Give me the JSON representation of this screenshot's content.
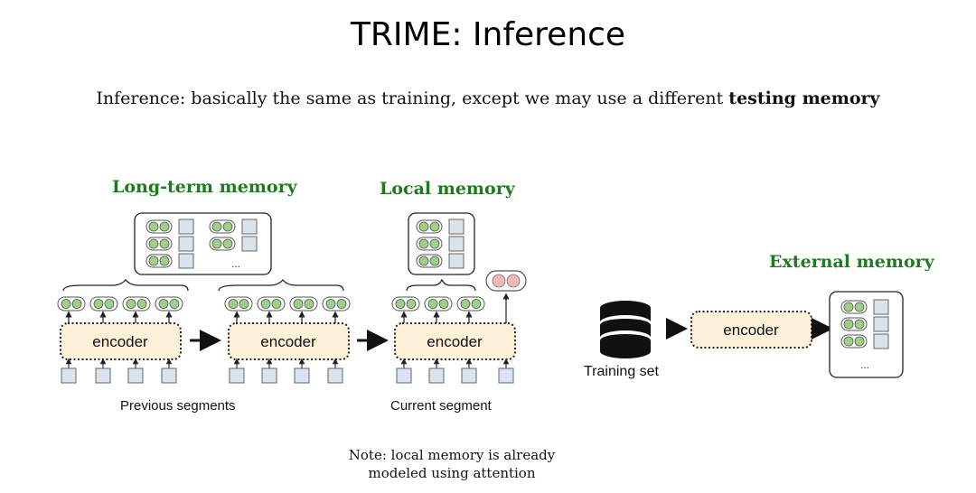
{
  "slide": {
    "title": "TRIME: Inference",
    "subtitle_text": "Inference: basically the same as training, except we may use a different ",
    "subtitle_bold": "testing memory"
  },
  "labels": {
    "long_term_memory": "Long-term memory",
    "local_memory": "Local memory",
    "external_memory": "External memory"
  },
  "captions": {
    "previous_segments": "Previous segments",
    "current_segment": "Current segment",
    "training_set": "Training set"
  },
  "encoder_label": "encoder",
  "ellipsis": "...",
  "note": {
    "line1": "Note: local memory is already",
    "line2": "modeled using attention"
  },
  "colors": {
    "memory_label": "#1f7a1f",
    "encoder_fill": "#fdf1da",
    "token_fill": "#dde3ea",
    "circle_green": "#9ed087",
    "circle_pink": "#f3b9b9"
  }
}
